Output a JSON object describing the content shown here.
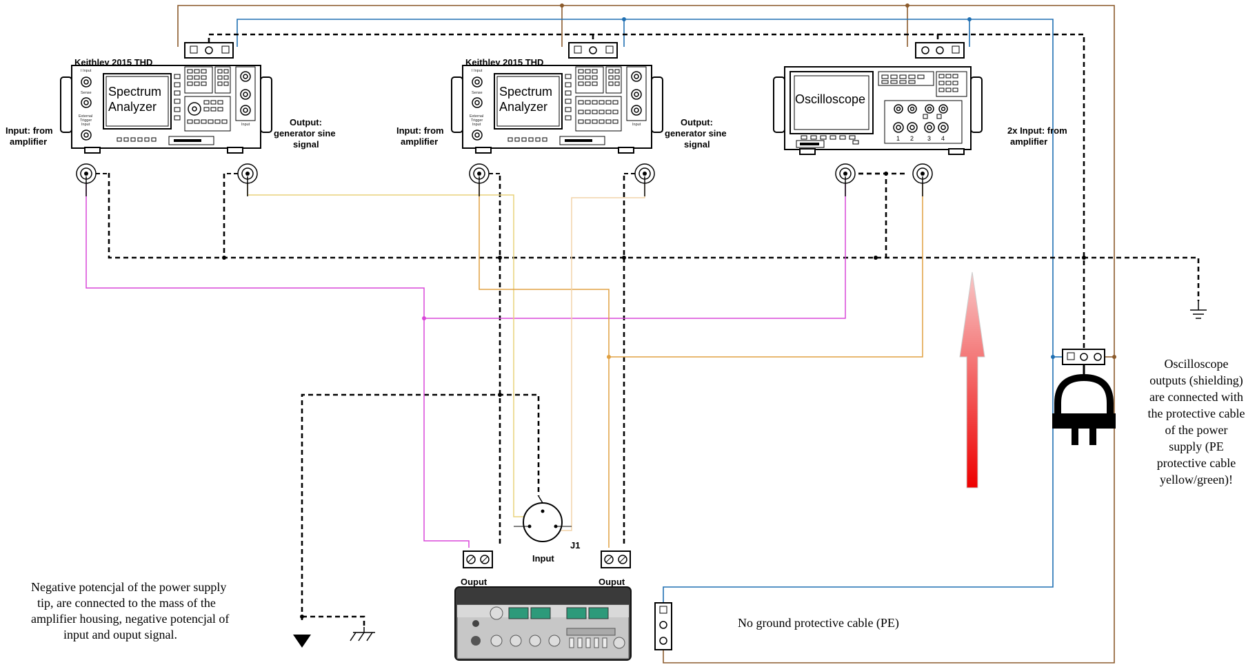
{
  "instruments": {
    "sa1": {
      "brand": "Keithley  2015 THD",
      "screen_line1": "Spectrum",
      "screen_line2": "Analyzer",
      "input_label1": "Input: from",
      "input_label2": "amplifier",
      "output_label1": "Output:",
      "output_label2": "generator sine",
      "output_label3": "signal",
      "small1": "I Input",
      "small2": "Sense",
      "small3": "External",
      "small4": "Trigger",
      "small5": "Input",
      "small6": "Input"
    },
    "sa2": {
      "brand": "Keithley  2015 THD",
      "screen_line1": "Spectrum",
      "screen_line2": "Analyzer",
      "input_label1": "Input: from",
      "input_label2": "amplifier",
      "output_label1": "Output:",
      "output_label2": "generator sine",
      "output_label3": "signal",
      "small1": "I Input",
      "small2": "Sense",
      "small3": "External",
      "small4": "Trigger",
      "small5": "Input",
      "small6": "Input"
    },
    "scope": {
      "screen_label": "Oscilloscope",
      "input_label1": "2x Input: from",
      "input_label2": "amplifier",
      "ch1": "1",
      "ch2": "2",
      "ch3": "3",
      "ch4": "4"
    }
  },
  "connector": {
    "name": "J1",
    "label": "Input"
  },
  "outputs": {
    "left": "Ouput",
    "right": "Ouput"
  },
  "notes": {
    "left": [
      "Negative potencjal of the power supply",
      "tip, are connected to the mass of the",
      "amplifier housing, negative potencjal of",
      "input and ouput  signal."
    ],
    "right": [
      "Oscilloscope",
      "outputs (shielding)",
      "are connected with",
      "the protective cable",
      "of the power",
      "supply (PE",
      "protective cable",
      "yellow/green)!"
    ],
    "bottom": "No ground protective cable (PE)"
  },
  "colors": {
    "brown": "#8b5a2b",
    "blue": "#1f6fb2",
    "magenta": "#d946d9",
    "yellow": "#e8d27a",
    "orange": "#e0a040",
    "peach": "#f2d4a8",
    "arrow_top": "#f8c8c8",
    "arrow_bottom": "#ee0000"
  },
  "icons": [
    "bnc-connector-icon",
    "ground-icon",
    "chassis-ground-icon",
    "power-plug-icon",
    "xlr-connector-icon",
    "terminal-block-icon",
    "arrow-up-icon"
  ]
}
